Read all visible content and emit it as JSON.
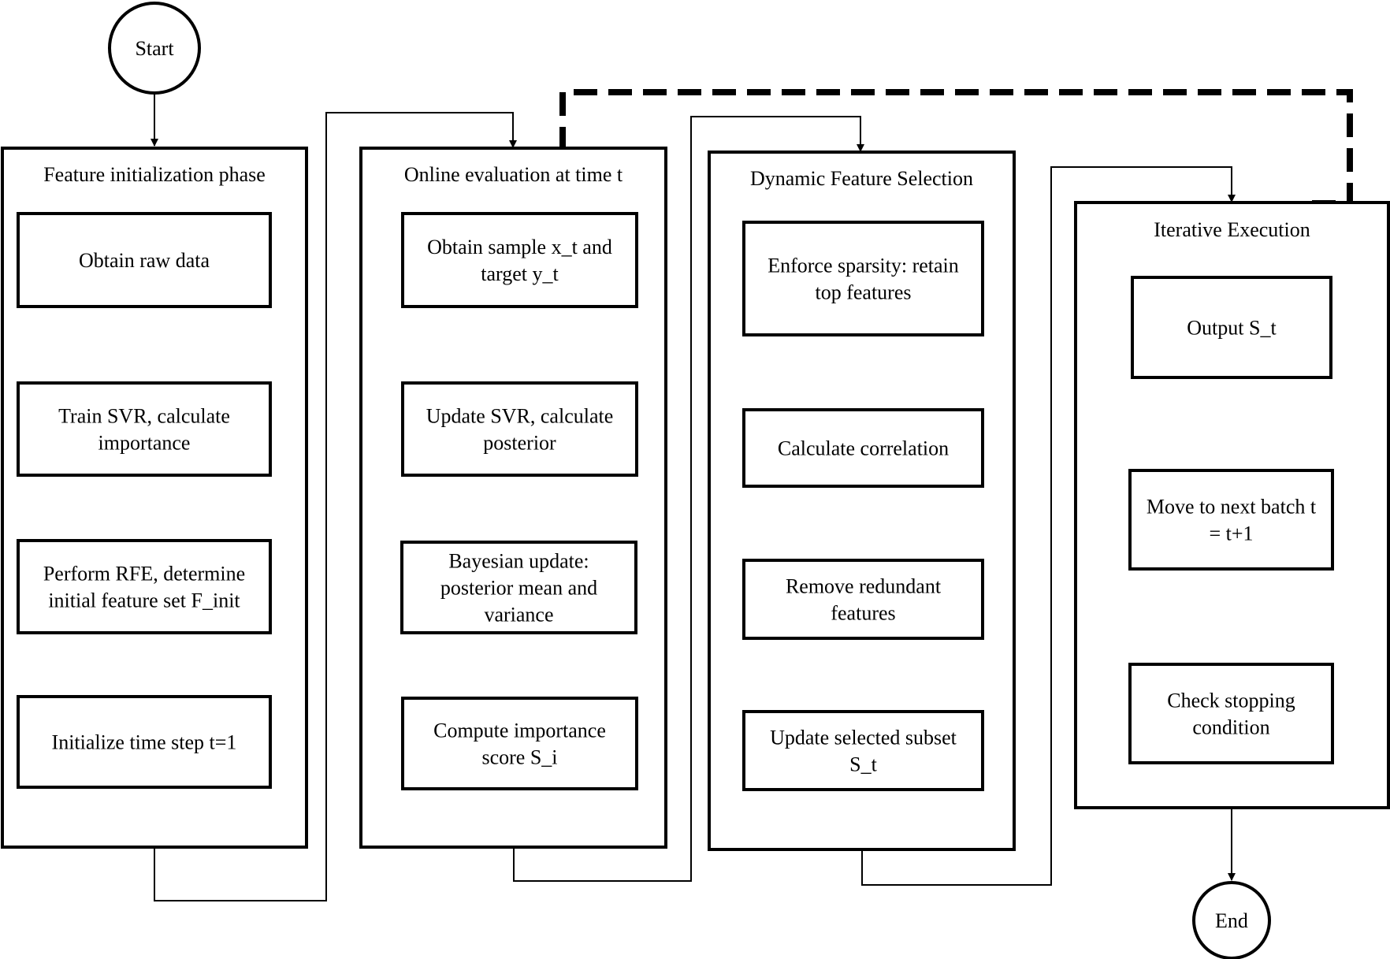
{
  "terminals": {
    "start": "Start",
    "end": "End"
  },
  "phases": [
    {
      "title": "Feature initialization phase",
      "steps": [
        [
          "Obtain raw data"
        ],
        [
          "Train SVR, calculate",
          "importance"
        ],
        [
          "Perform RFE, determine",
          "initial feature set F_init"
        ],
        [
          "Initialize time step t=1"
        ]
      ]
    },
    {
      "title": "Online evaluation at time t",
      "steps": [
        [
          "Obtain sample x_t and",
          "target y_t"
        ],
        [
          "Update SVR, calculate",
          "posterior"
        ],
        [
          "Bayesian update:",
          "posterior mean and",
          "variance"
        ],
        [
          "Compute importance",
          "score S_i"
        ]
      ]
    },
    {
      "title": "Dynamic Feature Selection",
      "steps": [
        [
          "Enforce sparsity: retain",
          "top features"
        ],
        [
          "Calculate correlation"
        ],
        [
          "Remove redundant",
          "features"
        ],
        [
          "Update selected subset",
          "S_t"
        ]
      ]
    },
    {
      "title": "Iterative Execution",
      "steps": [
        [
          "Output S_t"
        ],
        [
          "Move to next batch t",
          "= t+1"
        ],
        [
          "Check stopping",
          "condition"
        ]
      ]
    }
  ],
  "colors": {
    "stroke": "#000000",
    "background": "#ffffff"
  }
}
